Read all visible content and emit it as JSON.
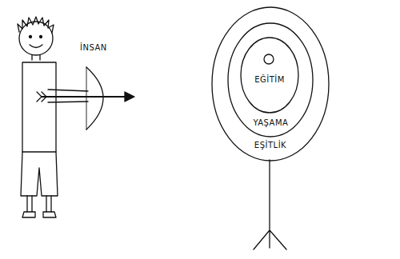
{
  "diagram": {
    "nodes": [
      {
        "text": [
          "EŞİTLİK"
        ]
      },
      {
        "text": [
          "YAŞAMA"
        ],
        "in": 0
      },
      {
        "text": [
          "EĞİTİM"
        ],
        "in": 1
      }
    ],
    "labels": [
      "İNSAN"
    ]
  }
}
